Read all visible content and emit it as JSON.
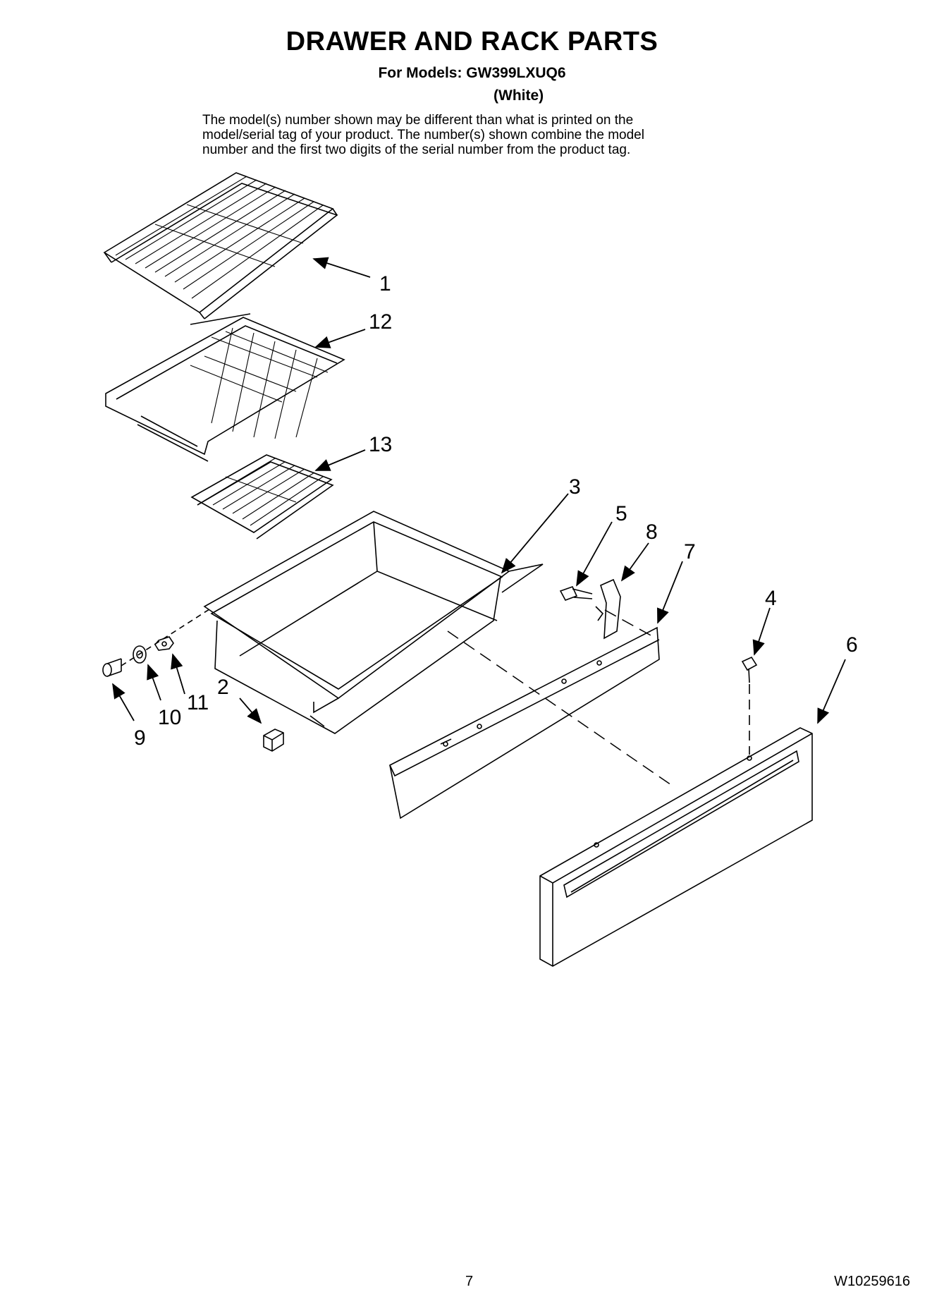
{
  "header": {
    "title": "DRAWER AND RACK PARTS",
    "models_label": "For Models: GW399LXUQ6",
    "variant": "(White)",
    "note_lines": [
      "The model(s) number shown may be different than what is printed on the",
      "model/serial tag of your product. The number(s) shown combine the model",
      "number and the first two digits of the serial number from the product tag."
    ]
  },
  "callouts": {
    "c1": "1",
    "c12": "12",
    "c13": "13",
    "c3": "3",
    "c5": "5",
    "c8": "8",
    "c7": "7",
    "c4": "4",
    "c6": "6",
    "c2": "2",
    "c11": "11",
    "c10": "10",
    "c9": "9"
  },
  "footer": {
    "page_number": "7",
    "document_number": "W10259616"
  }
}
